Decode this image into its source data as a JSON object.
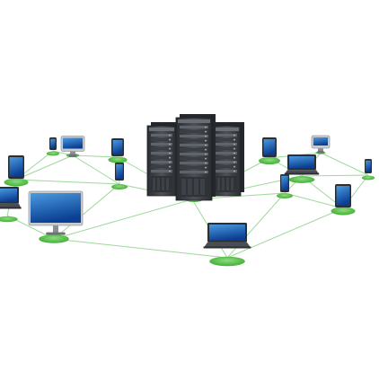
{
  "scene": {
    "subject": "network-diagram",
    "colors": {
      "background": "#ffffff",
      "link": "#9ed89a",
      "node_base": "#5bbf4e",
      "screen_top": "#3f8fd6",
      "screen_bottom": "#0b3f93",
      "device_frame": "#2b2f34",
      "server_body": "#3a3d42",
      "server_face": "#55595f"
    },
    "devices": [
      {
        "id": "server-rack",
        "kind": "server-rack-icon"
      },
      {
        "id": "monitor-large-left",
        "kind": "monitor-icon"
      },
      {
        "id": "monitor-small-top-left",
        "kind": "monitor-icon"
      },
      {
        "id": "tablet-far-left-top",
        "kind": "tablet-icon"
      },
      {
        "id": "phone-top-left",
        "kind": "phone-icon"
      },
      {
        "id": "tablet-top-center-left",
        "kind": "tablet-icon"
      },
      {
        "id": "phone-center-left",
        "kind": "phone-icon"
      },
      {
        "id": "laptop-far-left",
        "kind": "laptop-icon"
      },
      {
        "id": "laptop-bottom-center",
        "kind": "laptop-icon"
      },
      {
        "id": "tablet-top-center-right",
        "kind": "tablet-icon"
      },
      {
        "id": "monitor-small-top-right",
        "kind": "monitor-icon"
      },
      {
        "id": "laptop-right",
        "kind": "laptop-icon"
      },
      {
        "id": "phone-center-right",
        "kind": "phone-icon"
      },
      {
        "id": "tablet-far-right",
        "kind": "tablet-icon"
      },
      {
        "id": "phone-far-right",
        "kind": "phone-icon"
      }
    ]
  }
}
